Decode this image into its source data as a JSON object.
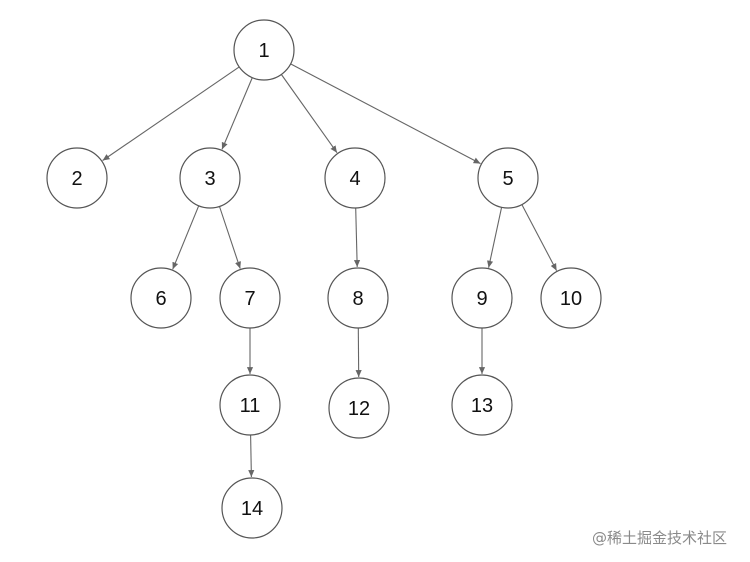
{
  "tree": {
    "nodes": [
      {
        "id": "1",
        "label": "1"
      },
      {
        "id": "2",
        "label": "2"
      },
      {
        "id": "3",
        "label": "3"
      },
      {
        "id": "4",
        "label": "4"
      },
      {
        "id": "5",
        "label": "5"
      },
      {
        "id": "6",
        "label": "6"
      },
      {
        "id": "7",
        "label": "7"
      },
      {
        "id": "8",
        "label": "8"
      },
      {
        "id": "9",
        "label": "9"
      },
      {
        "id": "10",
        "label": "10"
      },
      {
        "id": "11",
        "label": "11"
      },
      {
        "id": "12",
        "label": "12"
      },
      {
        "id": "13",
        "label": "13"
      },
      {
        "id": "14",
        "label": "14"
      }
    ],
    "edges": [
      {
        "from": "1",
        "to": "2"
      },
      {
        "from": "1",
        "to": "3"
      },
      {
        "from": "1",
        "to": "4"
      },
      {
        "from": "1",
        "to": "5"
      },
      {
        "from": "3",
        "to": "6"
      },
      {
        "from": "3",
        "to": "7"
      },
      {
        "from": "4",
        "to": "8"
      },
      {
        "from": "5",
        "to": "9"
      },
      {
        "from": "5",
        "to": "10"
      },
      {
        "from": "7",
        "to": "11"
      },
      {
        "from": "8",
        "to": "12"
      },
      {
        "from": "9",
        "to": "13"
      },
      {
        "from": "11",
        "to": "14"
      }
    ]
  },
  "watermark": {
    "text": "@稀土掘金技术社区"
  }
}
